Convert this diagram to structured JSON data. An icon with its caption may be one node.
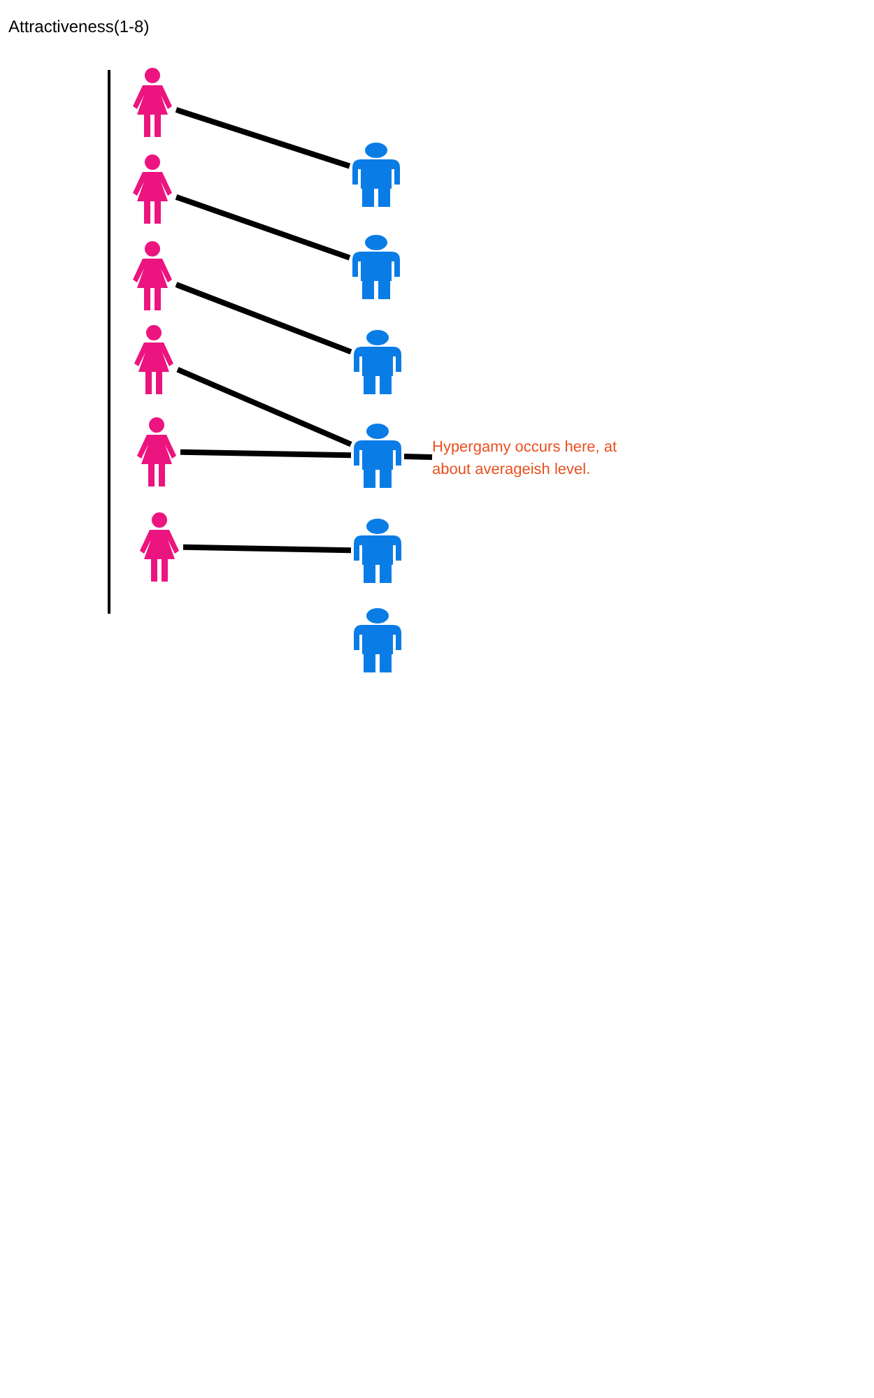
{
  "diagram": {
    "title": "Attractiveness(1-8)",
    "nodes": [
      {
        "text": [],
        "shape": "person"
      },
      {
        "text": [],
        "shape": "person"
      },
      {
        "text": [],
        "shape": "person"
      },
      {
        "text": [],
        "shape": "person"
      },
      {
        "text": [],
        "shape": "person"
      },
      {
        "text": [],
        "shape": "person"
      },
      {
        "text": [],
        "shape": "person"
      },
      {
        "text": [],
        "shape": "person"
      },
      {
        "text": [],
        "shape": "person"
      },
      {
        "text": [],
        "shape": "person"
      },
      {
        "text": [],
        "shape": "person"
      },
      {
        "text": [],
        "shape": "person"
      },
      {
        "text": [
          "Hypergamy occurs here, at about averageish level."
        ]
      }
    ],
    "edges": [
      {
        "from": 0,
        "to": 6,
        "arrow": "none"
      },
      {
        "from": 1,
        "to": 7,
        "arrow": "none"
      },
      {
        "from": 2,
        "to": 8,
        "arrow": "none"
      },
      {
        "from": 3,
        "to": 9,
        "arrow": "none"
      },
      {
        "from": 4,
        "to": 9,
        "arrow": "none"
      },
      {
        "from": 5,
        "to": 10,
        "arrow": "none"
      },
      {
        "from": 12,
        "to": 9,
        "arrow": "none"
      }
    ]
  }
}
